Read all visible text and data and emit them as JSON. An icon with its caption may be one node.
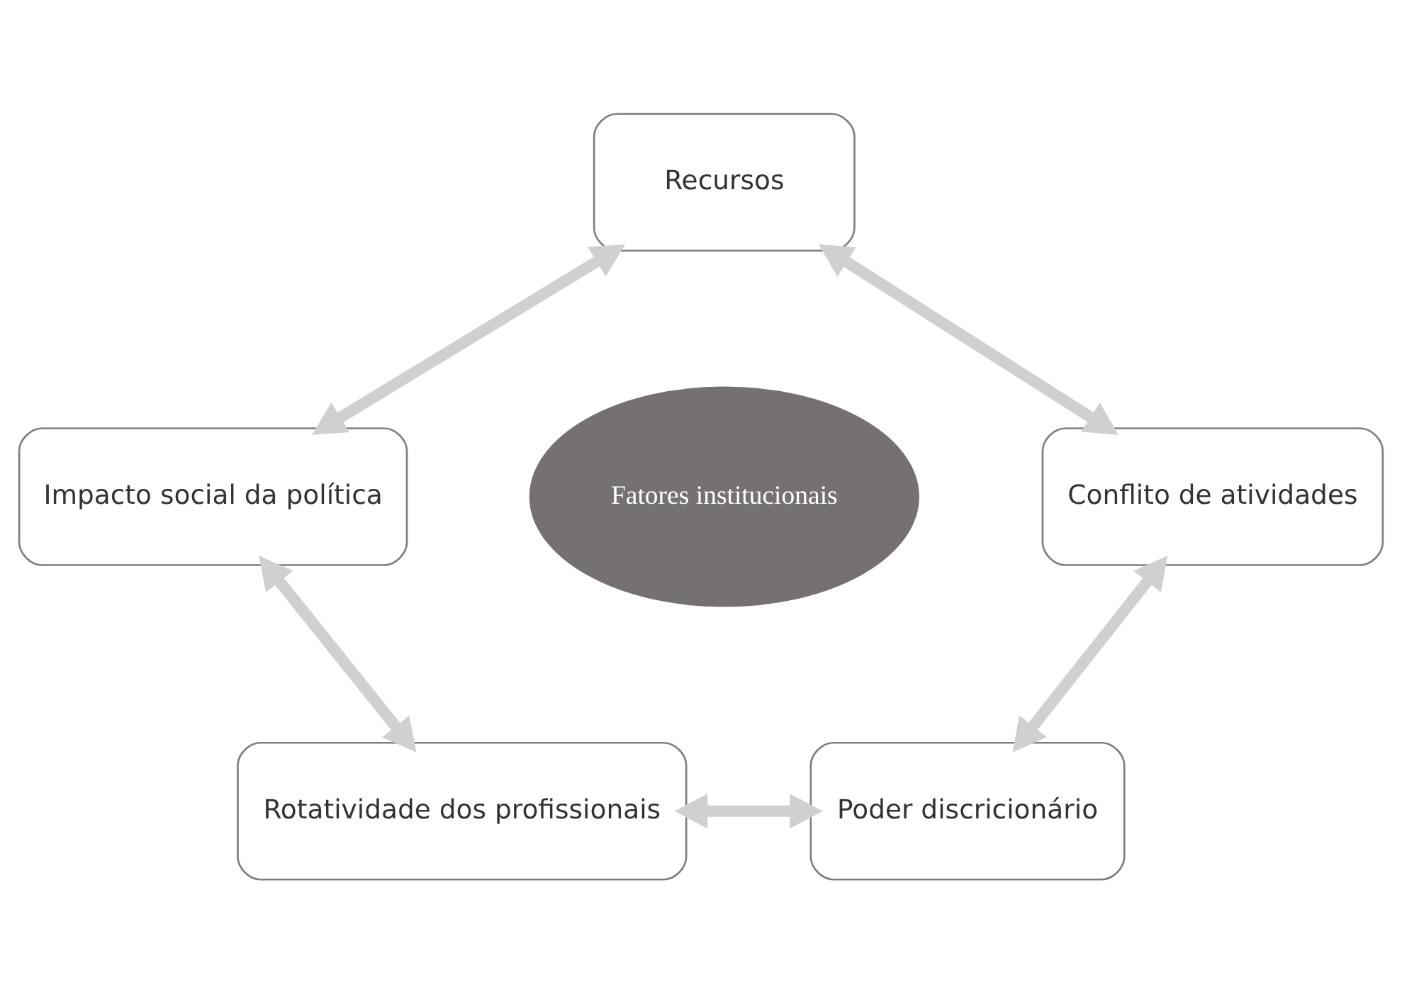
{
  "diagram": {
    "nodes": [
      {
        "text": [
          "Recursos"
        ]
      },
      {
        "text": [
          "Conflito de atividades"
        ]
      },
      {
        "text": [
          "Fatores institucionais"
        ]
      },
      {
        "text": [
          "Impacto social da política"
        ]
      },
      {
        "text": [
          "Poder discricionário"
        ]
      },
      {
        "text": [
          "Rotatividade dos profissionais"
        ]
      }
    ],
    "edges": [
      {
        "from": 0,
        "to": 3,
        "arrow": "both"
      },
      {
        "from": 3,
        "to": 5,
        "arrow": "both"
      },
      {
        "from": 5,
        "to": 4,
        "arrow": "both"
      },
      {
        "from": 4,
        "to": 1,
        "arrow": "both"
      },
      {
        "from": 1,
        "to": 0,
        "arrow": "both"
      }
    ]
  }
}
